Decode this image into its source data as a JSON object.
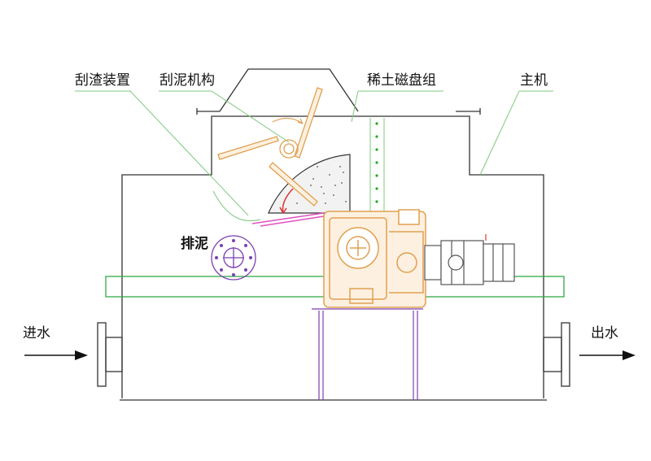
{
  "labels": {
    "slag_scraper": "刮渣装置",
    "mud_scraper": "刮泥机构",
    "magnetic_disc_group": "稀土磁盘组",
    "main_unit": "主机",
    "sludge_discharge": "排泥",
    "water_inlet": "进水",
    "water_outlet": "出水"
  },
  "colors": {
    "outline": "#333333",
    "leader": "#7ec87e",
    "gear_orange": "#e0a050",
    "gear_fill": "#fdf0e0",
    "flange_purple": "#7a3fb0",
    "platform_green": "#33aa44",
    "motor_gray": "#555555",
    "arrow_black": "#111111",
    "pink_scraper": "#e050c0",
    "red_arrow": "#dd3333",
    "dots_green": "#22aa22"
  }
}
